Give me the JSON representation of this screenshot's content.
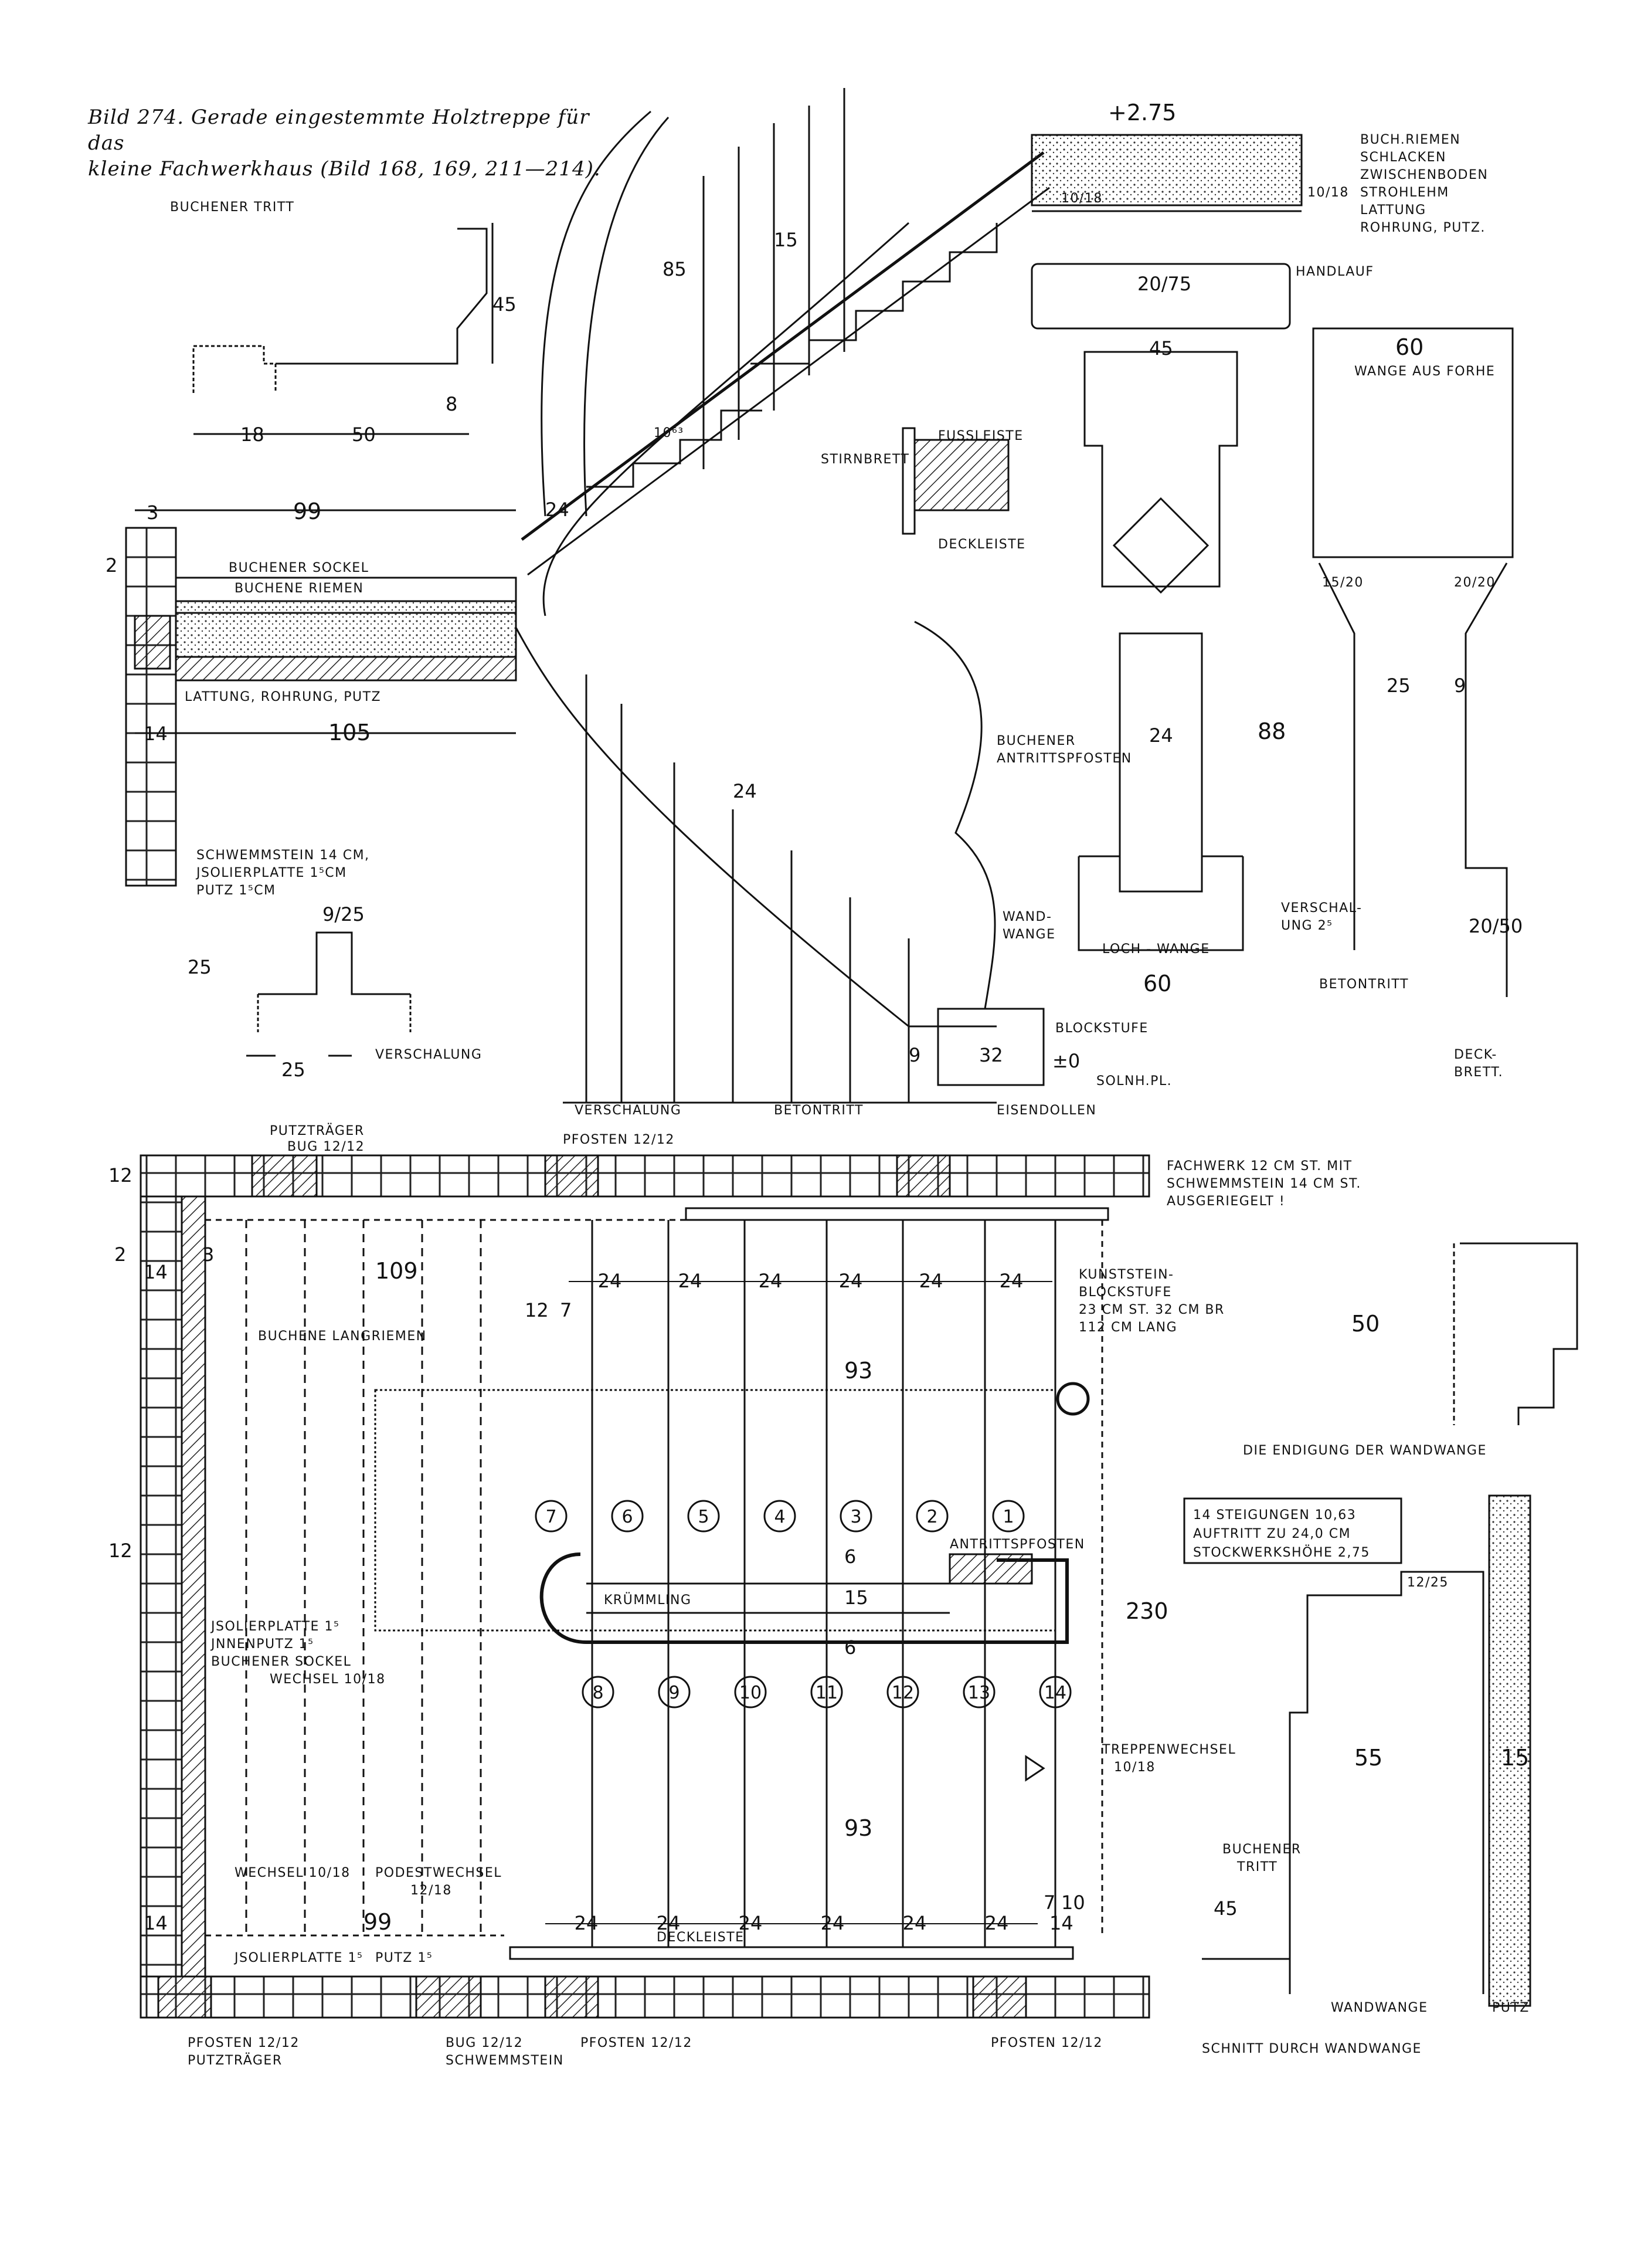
{
  "caption": {
    "line1": "Bild 274. Gerade eingestemmte Holztreppe für das",
    "line2": "kleine Fachwerkhaus (Bild 168, 169, 211—214)."
  },
  "elevation": {
    "buchener_tritt": "BUCHENER TRITT",
    "buchener_sockel": "BUCHENER SOCKEL",
    "buchene_riemen": "BUCHENE RIEMEN",
    "lattung": "LATTUNG, ROHRUNG, PUTZ",
    "schwemmstein": "SCHWEMMSTEIN 14 CM,",
    "jsolierplatte": "JSOLIERPLATTE 1⁵CM",
    "putz": "PUTZ 1⁵CM",
    "verschalung": "VERSCHALUNG",
    "verschalung2": "VERSCHALUNG",
    "betontritt": "BETONTRITT",
    "eisendollen": "EISENDOLLEN",
    "solnh": "SOLNH.PL.",
    "blockstufe": "BLOCKSTUFE",
    "wandwange": "WAND-",
    "wandwange2": "WANGE",
    "antrittspfosten1": "BUCHENER",
    "antrittspfosten2": "ANTRITTSPFOSTEN",
    "fussleiste": "FUSSLEISTE",
    "stirnbrett": "STIRNBRETT",
    "deckleiste": "DECKLEISTE",
    "level": "+2.75",
    "zero": "±0",
    "buch_riemen": "BUCH.RIEMEN",
    "schlacken": "SCHLACKEN",
    "zwischenboden": "ZWISCHENBODEN",
    "strohlehm": "STROHLEHM",
    "lattung2": "LATTUNG",
    "rohrung": "ROHRUNG, PUTZ.",
    "d_18": "18",
    "d_50": "50",
    "d_45": "45",
    "d_8": "8",
    "d_99": "99",
    "d_105": "105",
    "d_3": "3",
    "d_2": "2",
    "d_14": "14",
    "d_925": "9/25",
    "d_25": "25",
    "d_25b": "25",
    "d_15": "15",
    "d_85": "85",
    "d_1063": "10⁶³",
    "d_24": "24",
    "d_24b": "24",
    "d_32": "32",
    "d_9": "9",
    "d_1018": "10/18",
    "d_1018b": "10/18"
  },
  "post": {
    "handlauf": "HANDLAUF",
    "d_2075": "20/75",
    "d_45": "45",
    "d_24": "24",
    "d_88": "88",
    "lochwange": "LOCH - WANGE",
    "d_60": "60",
    "wange_forhe": "WANGE AUS FORHE",
    "d_60b": "60",
    "d_1520": "15/20",
    "d_2020": "20/20",
    "d_25": "25",
    "d_9": "9",
    "verschalung": "VERSCHAL-",
    "verschalung2": "UNG 2⁵",
    "betontritt": "BETONTRITT",
    "d_2050": "20/50",
    "deckbrett": "DECK-",
    "deckbrett2": "BRETT."
  },
  "plan": {
    "putztraeger": "PUTZTRÄGER",
    "bug": "BUG 12/12",
    "pfosten_top": "PFOSTEN 12/12",
    "fachwerk1": "FACHWERK 12 CM ST. MIT",
    "fachwerk2": "SCHWEMMSTEIN 14 CM ST.",
    "fachwerk3": "AUSGERIEGELT !",
    "kunststein1": "KUNSTSTEIN-",
    "kunststein2": "BLOCKSTUFE",
    "kunststein3": "23 CM ST. 32 CM BR",
    "kunststein4": "112 CM LANG",
    "langriemen": "BUCHENE   LANGRIEMEN",
    "kruemmling": "KRÜMMLING",
    "antrittspfosten": "ANTRITTSPFOSTEN",
    "jsolier": "JSOLIERPLATTE 1⁵",
    "innenputz": "JNNENPUTZ 1⁵",
    "sockel": "BUCHENER SOCKEL",
    "wechsel": "WECHSEL 10/18",
    "wechsel2": "WECHSEL 10/18",
    "podest": "PODESTWECHSEL",
    "podest2": "12/18",
    "treppenwechsel": "TREPPENWECHSEL",
    "treppenwechsel2": "10/18",
    "jsolier_bottom": "JSOLIERPLATTE 1⁵",
    "putz_bottom": "PUTZ 1⁵",
    "deckleiste": "DECKLEISTE",
    "pfosten_bl": "PFOSTEN 12/12",
    "putztraeger_bl": "PUTZTRÄGER",
    "bug_b": "BUG 12/12",
    "schwemmstein_b": "SCHWEMMSTEIN",
    "pfosten_bm": "PFOSTEN 12/12",
    "pfosten_br": "PFOSTEN 12/12",
    "d_109": "109",
    "d_99": "99",
    "d_93": "93",
    "d_93b": "93",
    "d_230": "230",
    "d_15": "15",
    "d_6": "6",
    "d_6b": "6",
    "d_12": "12",
    "d_7": "7",
    "d_1212a": "12",
    "d_1212b": "12",
    "d_14": "14",
    "d_14b": "14",
    "d_2": "2",
    "d_3": "3",
    "d_10": "10",
    "d_7b": "7",
    "d_14c": "14",
    "steps_top": [
      "7",
      "6",
      "5",
      "4",
      "3",
      "2",
      "1"
    ],
    "steps_bottom": [
      "8",
      "9",
      "10",
      "11",
      "12",
      "13",
      "14"
    ],
    "runs_top": [
      "24",
      "24",
      "24",
      "24",
      "24",
      "24"
    ],
    "runs_bottom": [
      "24",
      "24",
      "24",
      "24",
      "24",
      "24"
    ]
  },
  "notes": {
    "line1": "14 STEIGUNGEN 10,63",
    "line2": "AUFTRITT ZU 24,0 CM",
    "line3": "STOCKWERKSHÖHE 2,75"
  },
  "endigung": {
    "d_50": "50",
    "title": "DIE ENDIGUNG DER WANDWANGE"
  },
  "section": {
    "d_1225": "12/25",
    "d_55": "55",
    "d_15": "15",
    "tritt1": "BUCHENER",
    "tritt2": "TRITT",
    "d_45": "45",
    "wandwange": "WANDWANGE",
    "putz": "PUTZ",
    "title": "SCHNITT DURCH WANDWANGE"
  }
}
